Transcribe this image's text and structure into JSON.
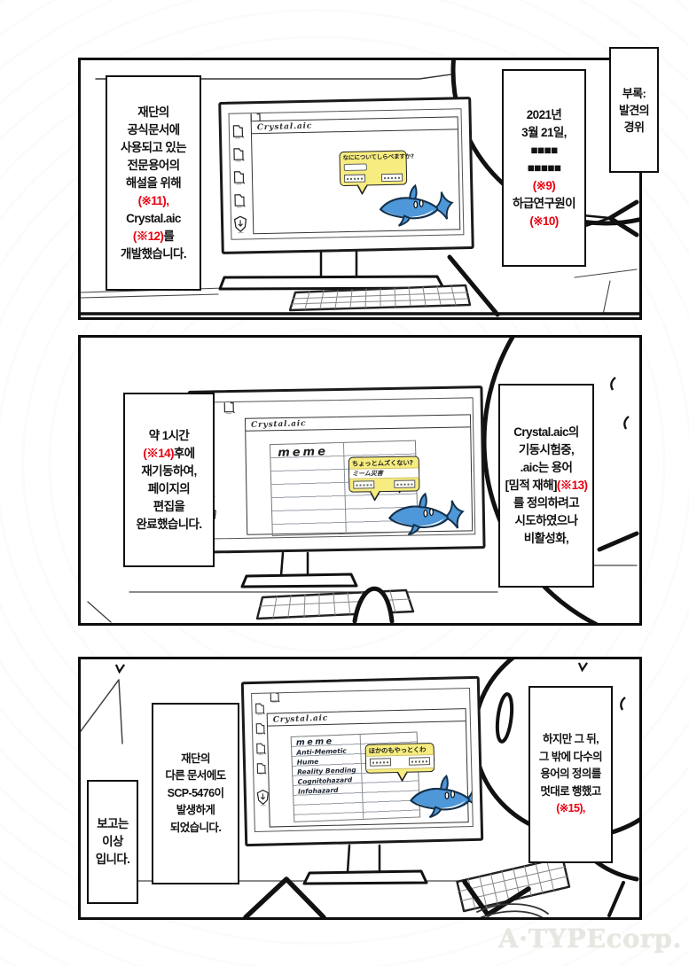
{
  "watermark": "A·TYPEcorp.",
  "colors": {
    "red": "#e8000f",
    "shark": "#4e97d8",
    "shark_outline": "#15314b",
    "bubble": "#f6ec7f",
    "ink": "#111111"
  },
  "appendix": {
    "lines": [
      [
        [
          "부록:"
        ]
      ],
      [
        [
          "발견의"
        ]
      ],
      [
        [
          "경위"
        ]
      ]
    ]
  },
  "panels": [
    {
      "boxes": {
        "left": {
          "lines": [
            [
              [
                "재단의"
              ]
            ],
            [
              [
                "공식문서에"
              ]
            ],
            [
              [
                "사용되고 있는"
              ]
            ],
            [
              [
                "전문용어의"
              ]
            ],
            [
              [
                "해설을 위해"
              ]
            ],
            [
              [
                "(※11),",
                1
              ]
            ],
            [
              [
                "Crystal.aic"
              ]
            ],
            [
              [
                "(※12)",
                1
              ],
              [
                "를"
              ]
            ],
            [
              [
                "개발했습니다."
              ]
            ]
          ]
        },
        "right": {
          "lines": [
            [
              [
                "2021년"
              ]
            ],
            [
              [
                "3월 21일,"
              ]
            ],
            [
              [
                "■■■■"
              ]
            ],
            [
              [
                "■■■■■"
              ]
            ],
            [
              [
                "(※9)",
                1
              ]
            ],
            [
              [
                "하급연구원이"
              ]
            ],
            [
              [
                "(※10)",
                1
              ]
            ]
          ]
        }
      },
      "screen": {
        "title": "Crystal.aic",
        "bubble": {
          "prompt": "なにについてしらべますか?"
        }
      }
    },
    {
      "boxes": {
        "left": {
          "lines": [
            [
              [
                "약 1시간"
              ]
            ],
            [
              [
                "(※14)",
                1
              ],
              [
                "후에"
              ]
            ],
            [
              [
                "재기동하여,"
              ]
            ],
            [
              [
                "페이지의"
              ]
            ],
            [
              [
                "편집을"
              ]
            ],
            [
              [
                "완료했습니다."
              ]
            ]
          ]
        },
        "right": {
          "lines": [
            [
              [
                "Crystal.aic의"
              ]
            ],
            [
              [
                "기동시험중,"
              ]
            ],
            [
              [
                ".aic는 용어"
              ]
            ],
            [
              [
                "[밈적 재해]"
              ],
              [
                "(※13)",
                1
              ]
            ],
            [
              [
                "를 정의하려고"
              ]
            ],
            [
              [
                "시도하였으나"
              ]
            ],
            [
              [
                "비활성화,"
              ]
            ]
          ]
        }
      },
      "screen": {
        "title": "Crystal.aic",
        "cell": "meme",
        "bubble": {
          "prompt": "ちょっとムズくない?",
          "input": "ミーム災害"
        }
      }
    },
    {
      "boxes": {
        "report": {
          "lines": [
            [
              [
                "보고는"
              ]
            ],
            [
              [
                "이상"
              ]
            ],
            [
              [
                "입니다."
              ]
            ]
          ]
        },
        "main": {
          "lines": [
            [
              [
                "재단의"
              ]
            ],
            [
              [
                "다른 문서에도"
              ]
            ],
            [
              [
                "SCP-5476이"
              ]
            ],
            [
              [
                "발생하게"
              ]
            ],
            [
              [
                "되었습니다."
              ]
            ]
          ]
        },
        "right": {
          "lines": [
            [
              [
                "하지만 그 뒤,"
              ]
            ],
            [
              [
                "그 밖에 다수의"
              ]
            ],
            [
              [
                "용어의 정의를"
              ]
            ],
            [
              [
                "멋대로 행했고"
              ]
            ],
            [
              [
                "(※15),",
                1
              ]
            ]
          ]
        }
      },
      "screen": {
        "title": "Crystal.aic",
        "rows": [
          "meme",
          "Anti-Memetic",
          "Hume",
          "Reality Bending",
          "Cognitohazard",
          "Infohazard"
        ],
        "bubble": {
          "prompt": "ほかのもやっとくわ"
        }
      }
    }
  ]
}
